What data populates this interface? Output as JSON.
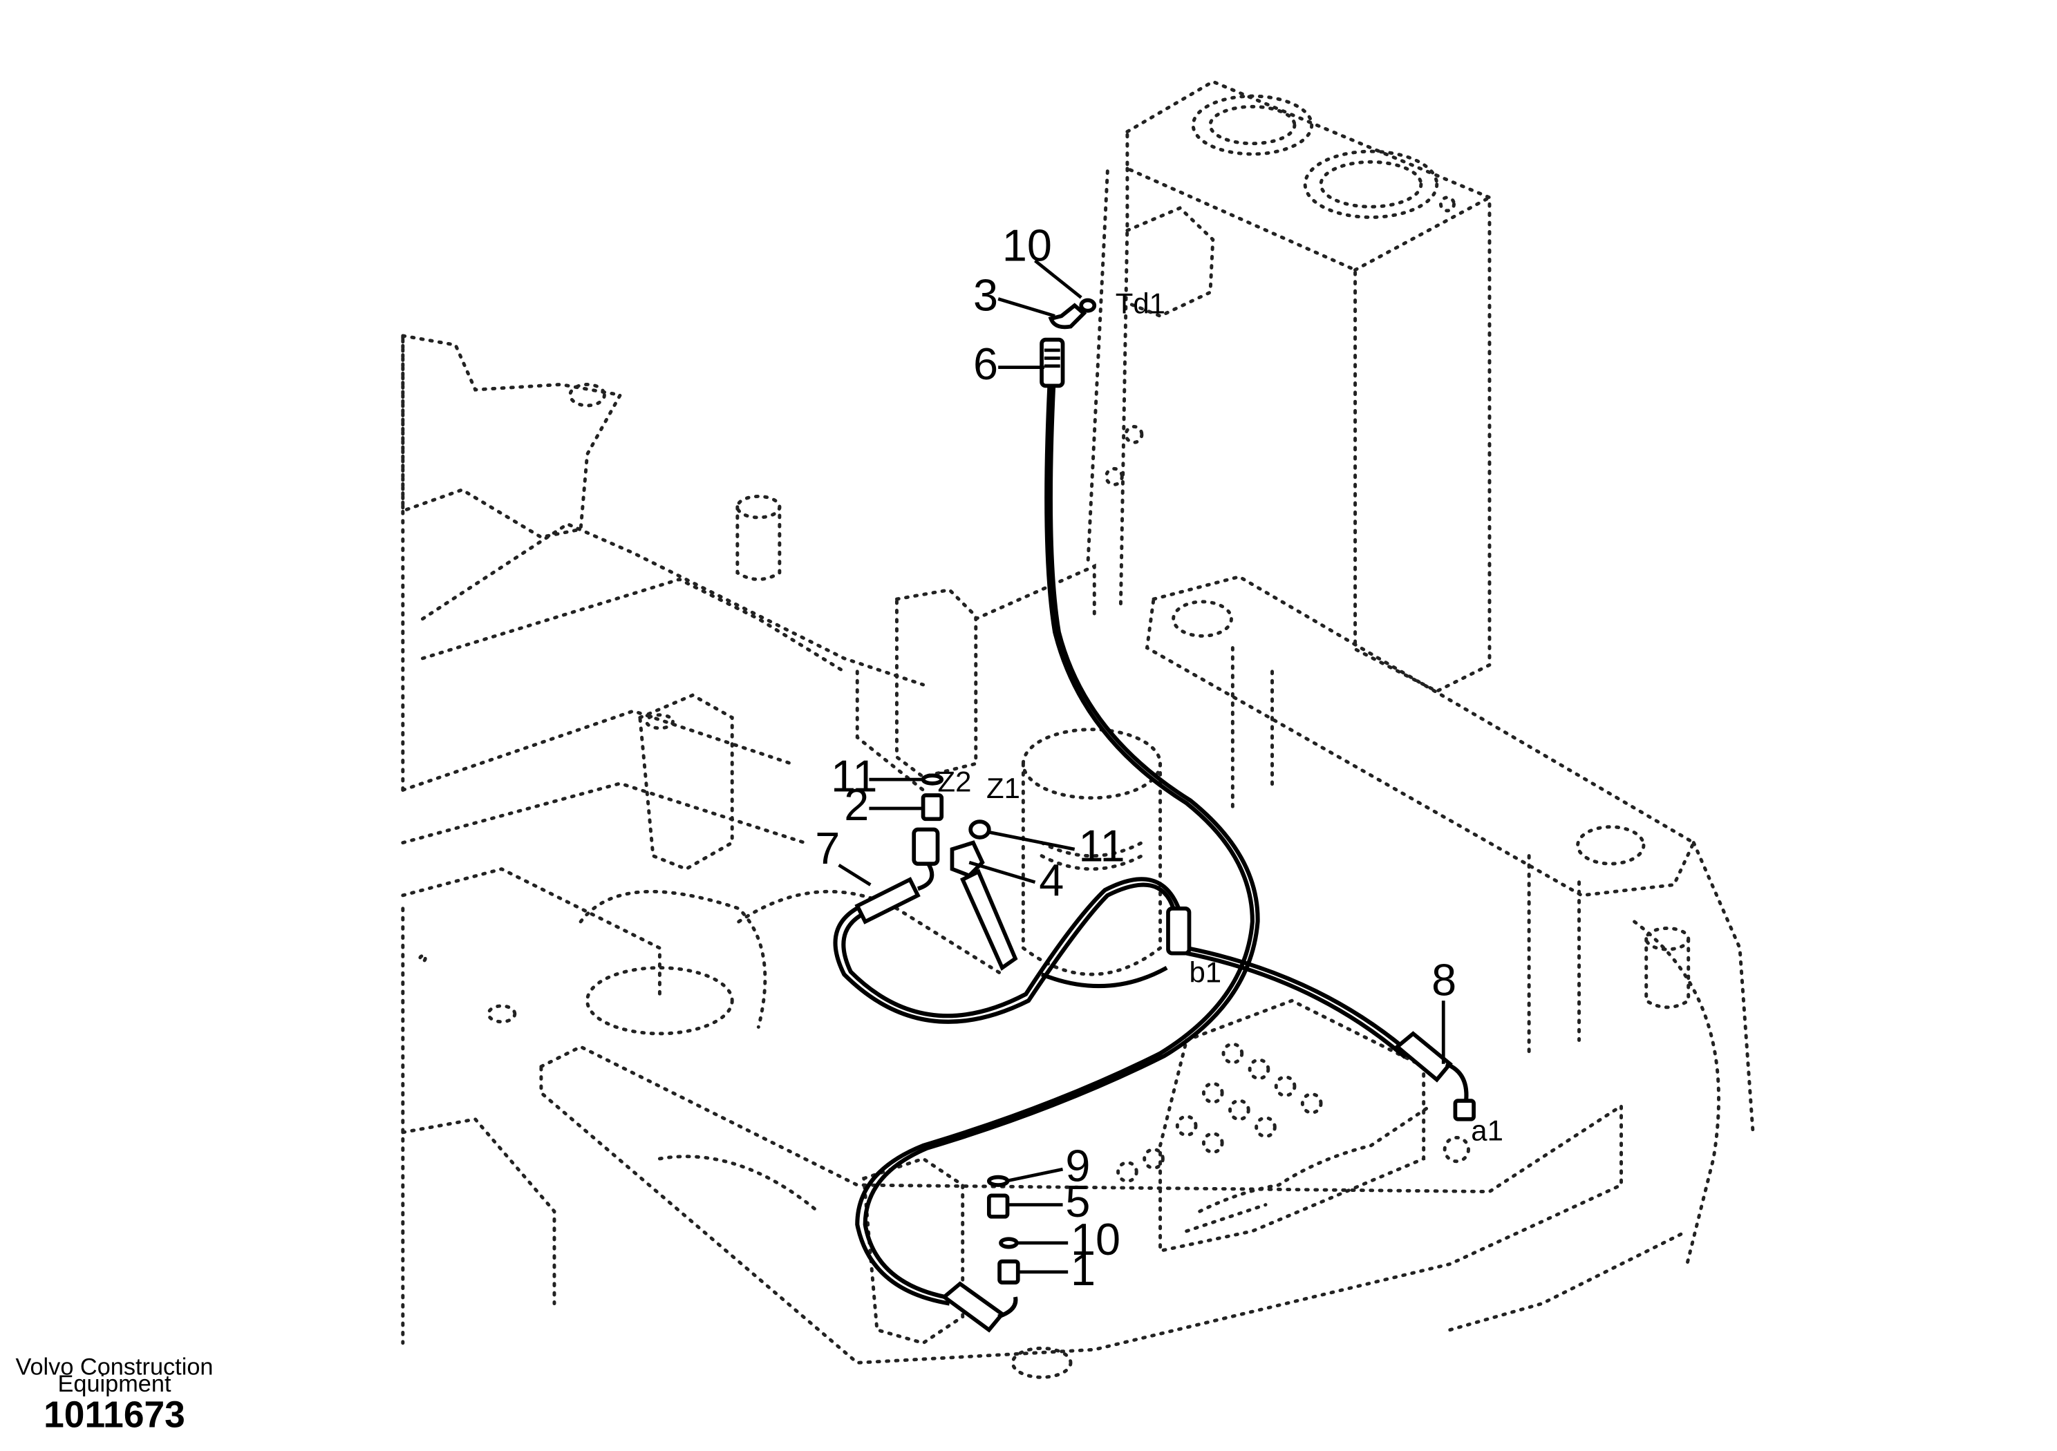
{
  "drawing": {
    "brand_line1": "Volvo Construction",
    "brand_line2": "Equipment",
    "number": "1011673"
  },
  "callouts": [
    "10",
    "3",
    "6",
    "11",
    "2",
    "7",
    "11",
    "4",
    "8",
    "9",
    "5",
    "10",
    "1"
  ],
  "port_labels": [
    "Td1",
    "Z2",
    "Z1",
    "b1",
    "a1"
  ]
}
